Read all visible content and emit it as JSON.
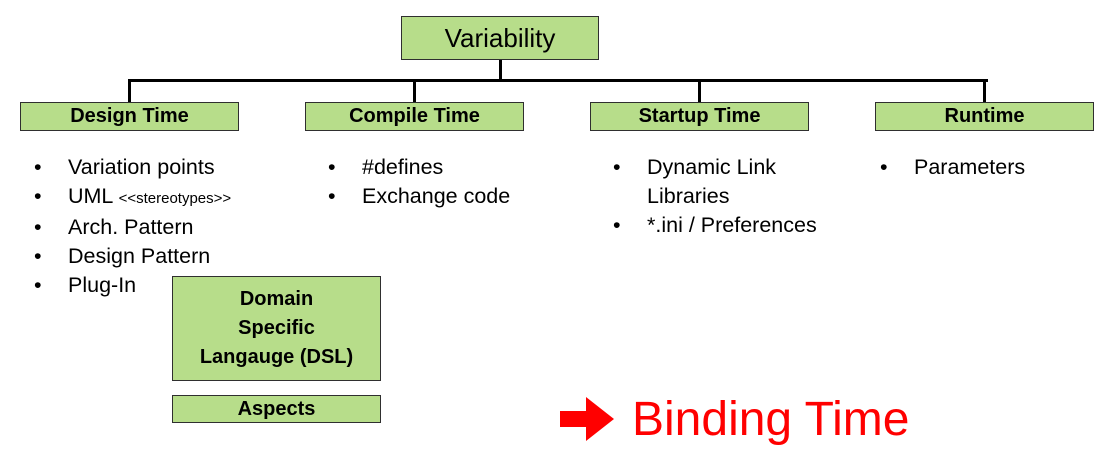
{
  "root": {
    "label": "Variability"
  },
  "categories": [
    {
      "label": "Design Time",
      "items": [
        {
          "text": "Variation points"
        },
        {
          "text": "UML ",
          "small": "<<stereotypes>>"
        },
        {
          "text": "Arch. Pattern"
        },
        {
          "text": "Design Pattern"
        },
        {
          "text": "Plug-In"
        }
      ]
    },
    {
      "label": "Compile Time",
      "items": [
        {
          "text": "#defines"
        },
        {
          "text": "Exchange code"
        }
      ]
    },
    {
      "label": "Startup Time",
      "items": [
        {
          "text": "Dynamic Link Libraries"
        },
        {
          "text": "*.ini / Preferences"
        }
      ]
    },
    {
      "label": "Runtime",
      "items": [
        {
          "text": "Parameters"
        }
      ]
    }
  ],
  "extra_boxes": {
    "dsl": {
      "lines": [
        "Domain",
        "Specific",
        "Langauge (DSL)"
      ]
    },
    "aspects": {
      "label": "Aspects"
    }
  },
  "conclusion": {
    "arrow_icon": "right-arrow-icon",
    "text": "Binding Time",
    "color": "#ff0000"
  },
  "colors": {
    "box_fill": "#b7dd8a",
    "box_border": "#2f2f2f",
    "connector": "#000000"
  }
}
